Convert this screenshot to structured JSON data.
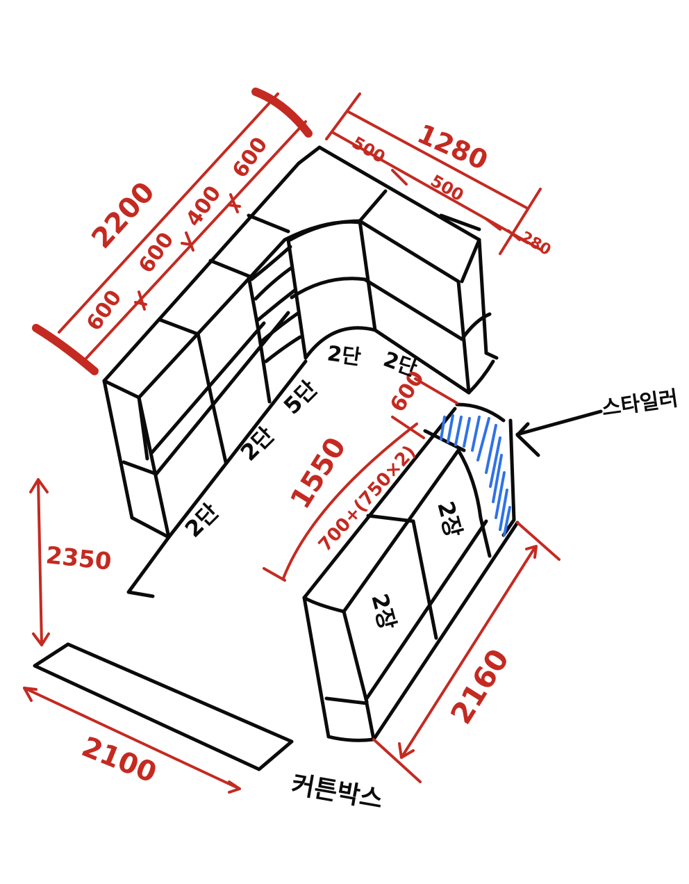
{
  "colors": {
    "ink": "#0b0b0b",
    "dimension": "#c42a21",
    "hatch": "#2f72e8"
  },
  "dimensions": {
    "top_overall": "2200",
    "top_segments": [
      "600",
      "600",
      "400",
      "600"
    ],
    "right_overall": "1280",
    "right_segments": [
      "500",
      "500",
      "280"
    ],
    "left_height": "2350",
    "bottom_width": "2100",
    "wing_length": "2160",
    "wing_top": "600",
    "wing_inner": "1550",
    "wing_inner_breakdown": "700+(750×2)"
  },
  "shelf_labels": [
    "2단",
    "2단",
    "5단",
    "2단",
    "2단"
  ],
  "drawer_labels": [
    "2장",
    "2장"
  ],
  "annotations": {
    "filler": "스타일러",
    "curtain_box": "커튼박스"
  }
}
